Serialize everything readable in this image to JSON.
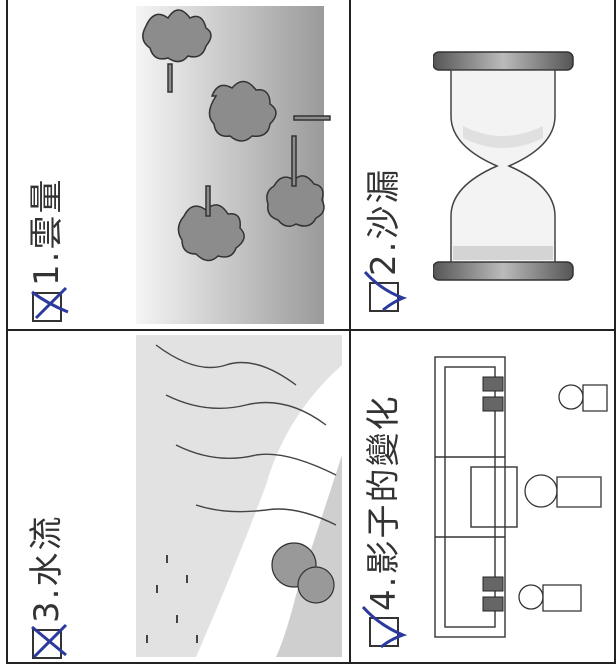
{
  "items": [
    {
      "label": "1.雲量",
      "mark": "cross"
    },
    {
      "label": "2.沙漏",
      "mark": "check"
    },
    {
      "label": "3.水流",
      "mark": "cross"
    },
    {
      "label": "4.影子的變化",
      "mark": "check"
    }
  ],
  "colors": {
    "ink": "#333333",
    "pen": "#2b3a9c",
    "cloud": "#8c8c8c"
  }
}
